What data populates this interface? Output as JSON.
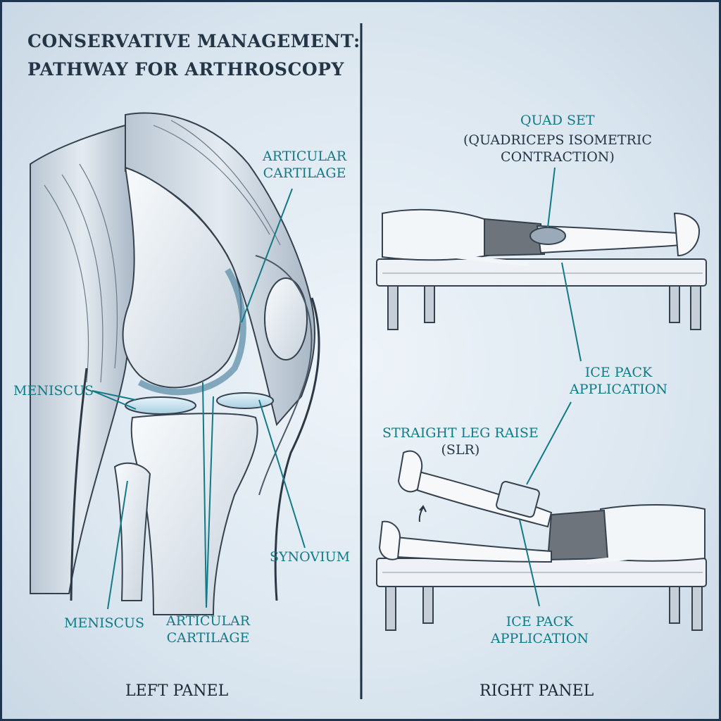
{
  "title": {
    "line1": "CONSERVATIVE MANAGEMENT:",
    "line2": "PATHWAY FOR ARTHROSCOPY"
  },
  "left_panel": {
    "heading": "LEFT PANEL",
    "labels": {
      "articular_top": [
        "ARTICULAR",
        "CARTILAGE"
      ],
      "meniscus_left": "MENISCUS",
      "synovium": "SYNOVIUM",
      "meniscus_bottom": "MENISCUS",
      "articular_bottom": [
        "ARTICULAR",
        "CARTILAGE"
      ]
    }
  },
  "right_panel": {
    "heading": "RIGHT PANEL",
    "labels": {
      "quad_set": "QUAD SET",
      "quad_set_detail": [
        "(QUADRICEPS ISOMETRIC",
        "CONTRACTION)"
      ],
      "ice_pack_upper": [
        "ICE PACK",
        "APPLICATION"
      ],
      "slr": [
        "STRAIGHT LEG RAISE",
        "(SLR)"
      ],
      "ice_pack_lower": [
        "ICE PACK",
        "APPLICATION"
      ]
    }
  },
  "colors": {
    "border": "#1e3550",
    "label_teal": "#127a86",
    "title_text": "#243546",
    "background": "#dce7f0"
  }
}
